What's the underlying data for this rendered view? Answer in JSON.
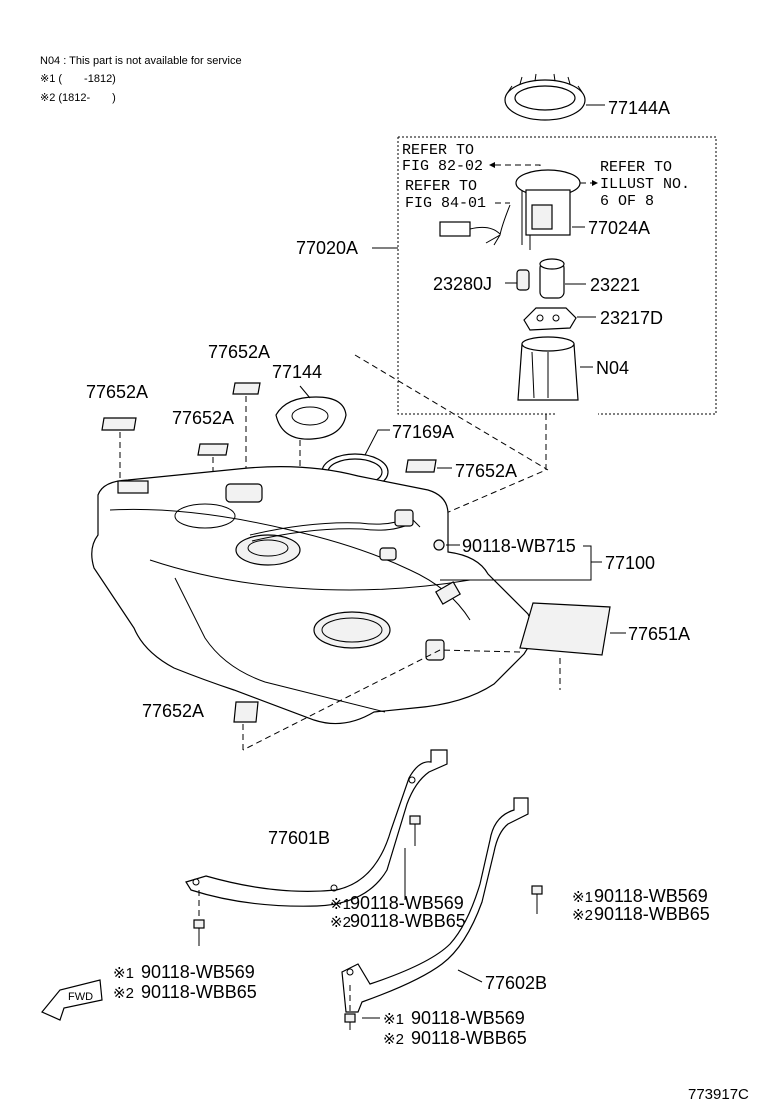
{
  "notes": [
    "N04 : This part is not available for service",
    "※1 (　　-1812)",
    "※2 (1812-　　)"
  ],
  "parts": {
    "p77144A": "77144A",
    "p77020A": "77020A",
    "p77024A": "77024A",
    "p23280J": "23280J",
    "p23221": "23221",
    "p23217D": "23217D",
    "pN04": "N04",
    "p77652A_1": "77652A",
    "p77652A_2": "77652A",
    "p77652A_3": "77652A",
    "p77652A_4": "77652A",
    "p77652A_5": "77652A",
    "p77144": "77144",
    "p77169A": "77169A",
    "p90118_WB715": "90118-WB715",
    "p77100": "77100",
    "p77651A": "77651A",
    "p77601B": "77601B",
    "p77602B": "77602B"
  },
  "refs": {
    "fig82_line1": "REFER TO",
    "fig82_line2": "FIG 82-02",
    "fig84_line1": "REFER TO",
    "fig84_line2": "FIG 84-01",
    "illust_line1": "REFER TO",
    "illust_line2": "ILLUST NO.",
    "illust_line3": "6 OF 8"
  },
  "bolts": {
    "mid_a_mark": "※1",
    "mid_a": "90118-WB569",
    "mid_b_mark": "※2",
    "mid_b": "90118-WBB65",
    "right_a_mark": "※1",
    "right_a": "90118-WB569",
    "right_b_mark": "※2",
    "right_b": "90118-WBB65",
    "left_a_mark": "※1",
    "left_a": "90118-WB569",
    "left_b_mark": "※2",
    "left_b": "90118-WBB65",
    "bottom_a_mark": "※1",
    "bottom_a": "90118-WB569",
    "bottom_b_mark": "※2",
    "bottom_b": "90118-WBB65"
  },
  "fwd_label": "FWD",
  "diagram_id": "773917C"
}
